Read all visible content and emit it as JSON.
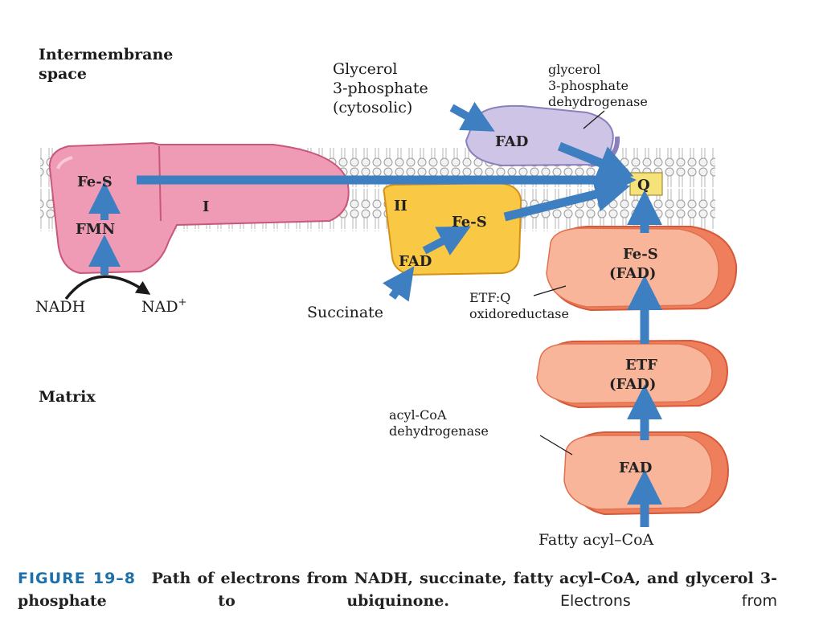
{
  "regions": {
    "intermembrane": [
      "Intermembrane",
      "space"
    ],
    "matrix": "Matrix"
  },
  "complex_I": {
    "label": "I",
    "fes": "Fe-S",
    "fmn": "FMN"
  },
  "nadh": {
    "substrate": "NADH",
    "product": "NAD",
    "product_charge": "+"
  },
  "complex_II": {
    "label": "II",
    "fes": "Fe-S",
    "fad": "FAD"
  },
  "succinate": "Succinate",
  "glycerol_substrate": [
    "Glycerol",
    "3-phosphate",
    "(cytosolic)"
  ],
  "glycerol_dehydrogenase": {
    "name": [
      "glycerol",
      "3-phosphate",
      "dehydrogenase"
    ],
    "fad": "FAD"
  },
  "ubiquinone": "Q",
  "etf_q": {
    "line1": "Fe-S",
    "line2": "(FAD)",
    "name": [
      "ETF:Q",
      "oxidoreductase"
    ]
  },
  "etf": {
    "line1": "ETF",
    "line2": "(FAD)"
  },
  "acyl_coa_dh": {
    "fad": "FAD",
    "name": [
      "acyl-CoA",
      "dehydrogenase"
    ]
  },
  "fatty_acyl": "Fatty acyl–CoA",
  "caption": {
    "figure_no": "FIGURE 19–8",
    "bold_text": "Path of electrons from NADH, succinate, fatty acyl–CoA, and glycerol 3-phosphate to ubiquinone.",
    "tail": "Electrons from"
  },
  "colors": {
    "complex_I": "#ef9bb5",
    "complex_II": "#f9c845",
    "glycerol_dh": "#cdc4e6",
    "etf_proteins": "#f7a98b",
    "arrows": "#3d7fc1",
    "q_box": "#f5e27a"
  }
}
